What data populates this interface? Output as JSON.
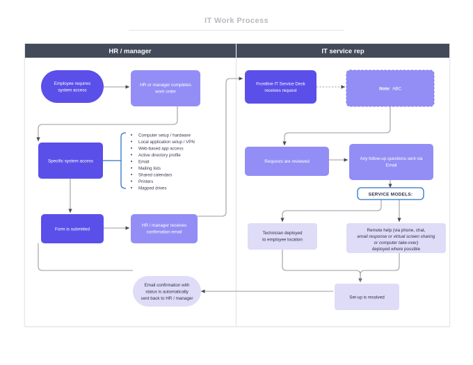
{
  "page": {
    "title": "IT Work Process"
  },
  "colors": {
    "lane_header_bg": "#434a59",
    "lane_header_text": "#ffffff",
    "node_dark": "#5b4fe9",
    "node_mid": "#938ef5",
    "node_pale": "#dedcf7",
    "accent_blue": "#2a72c4",
    "connector": "#9a9aa5",
    "canvas_border": "#e6e6ea",
    "title_text": "#b9b9bf"
  },
  "lanes": [
    {
      "id": "lane-hr",
      "label": "HR / manager"
    },
    {
      "id": "lane-it",
      "label": "IT service rep"
    }
  ],
  "nodes": {
    "employee_requires": {
      "label": "Employee requires\nsystem access",
      "lines": [
        "Employee requires",
        "system access"
      ],
      "shape": "terminator",
      "fill": "#5b4fe9"
    },
    "hr_completes": {
      "lines": [
        "HR or manager completes",
        "work order"
      ],
      "shape": "process",
      "fill": "#938ef5"
    },
    "specific_access": {
      "lines": [
        "Specific system access"
      ],
      "shape": "process",
      "fill": "#5b4fe9"
    },
    "form_submitted": {
      "lines": [
        "Form is submitted"
      ],
      "shape": "process",
      "fill": "#5b4fe9"
    },
    "hr_receives": {
      "lines": [
        "HR / manager receives",
        "confirmation email"
      ],
      "shape": "process",
      "fill": "#938ef5"
    },
    "email_confirmation": {
      "lines": [
        "Email confirmation with",
        "status is automatically",
        "sent back to HR / manager"
      ],
      "shape": "terminator",
      "fill": "#dedcf7"
    },
    "frontline_desk": {
      "lines": [
        "Frontline IT Service Desk",
        "receives request"
      ],
      "shape": "process",
      "fill": "#5b4fe9"
    },
    "note_box": {
      "prefix": "Note:",
      "value": "ABC",
      "shape": "process-dashed",
      "fill": "#938ef5"
    },
    "requests_reviewed": {
      "lines": [
        "Requests are reviewed"
      ],
      "shape": "process",
      "fill": "#938ef5"
    },
    "followup_questions": {
      "lines": [
        "Any follow-up questions sent via",
        "Email"
      ],
      "shape": "process",
      "fill": "#938ef5"
    },
    "service_models": {
      "label": "SERVICE MODELS:",
      "shape": "rounded-outline"
    },
    "technician_deployed": {
      "lines": [
        "Technician deployed",
        "to employee location"
      ],
      "shape": "process",
      "fill": "#dedcf7"
    },
    "remote_help": {
      "lines": [
        "Remote help (via phone, chat,",
        "email response or virtual screen sharing",
        "or computer take-over)",
        "deployed where possible"
      ],
      "shape": "process",
      "fill": "#dedcf7"
    },
    "setup_resolved": {
      "lines": [
        "Set-up is resolved"
      ],
      "shape": "process",
      "fill": "#dedcf7"
    }
  },
  "bullet_list": {
    "items": [
      "Computer setup / hardware",
      "Local application setup / VPN",
      "Web-based app access",
      "Active directory profile",
      "Email",
      "Mailing lists",
      "Shared calendars",
      "Printers",
      "Mapped drives"
    ]
  }
}
